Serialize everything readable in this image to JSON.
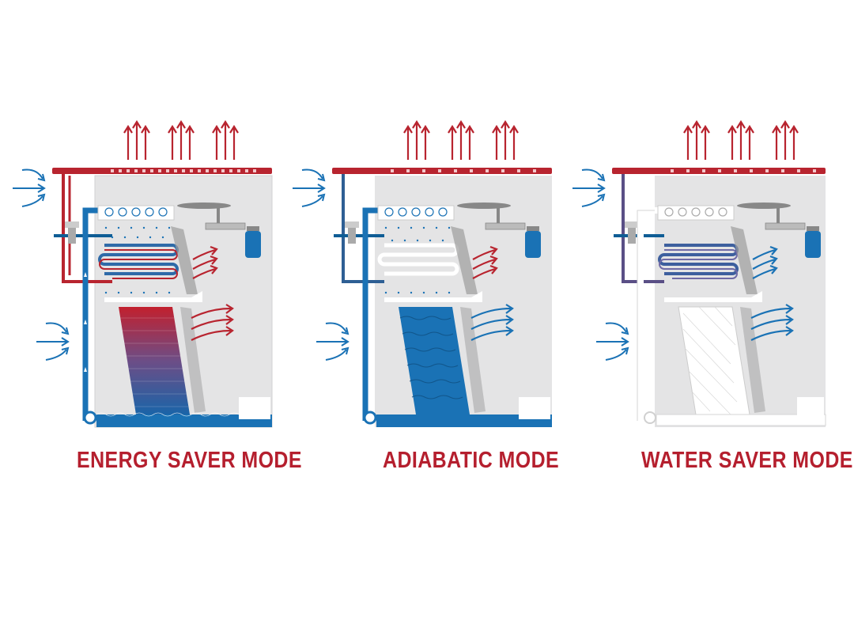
{
  "colors": {
    "red": "#b8242f",
    "blue": "#1a72b5",
    "dark_blue": "#0f5d95",
    "purple": "#5a4f86",
    "grey": "#e4e4e5",
    "label_red": "#b51f2e"
  },
  "modes": [
    {
      "label": "ENERGY SAVER MODE",
      "pad": "red-to-blue gradient (wet, warm)",
      "coil": "red-blue",
      "spray": true,
      "water": true
    },
    {
      "label": "ADIABATIC MODE",
      "pad": "blue (wet)",
      "coil": "white",
      "spray": true,
      "water": true
    },
    {
      "label": "WATER SAVER MODE",
      "pad": "white (dry)",
      "coil": "blue-purple",
      "spray": false,
      "water": false
    }
  ],
  "icons": [
    "air-inlet-arrow-icon",
    "exhaust-arrow-icon",
    "fan-icon",
    "motor-icon",
    "spray-nozzle-icon",
    "valve-icon",
    "pump-icon"
  ]
}
